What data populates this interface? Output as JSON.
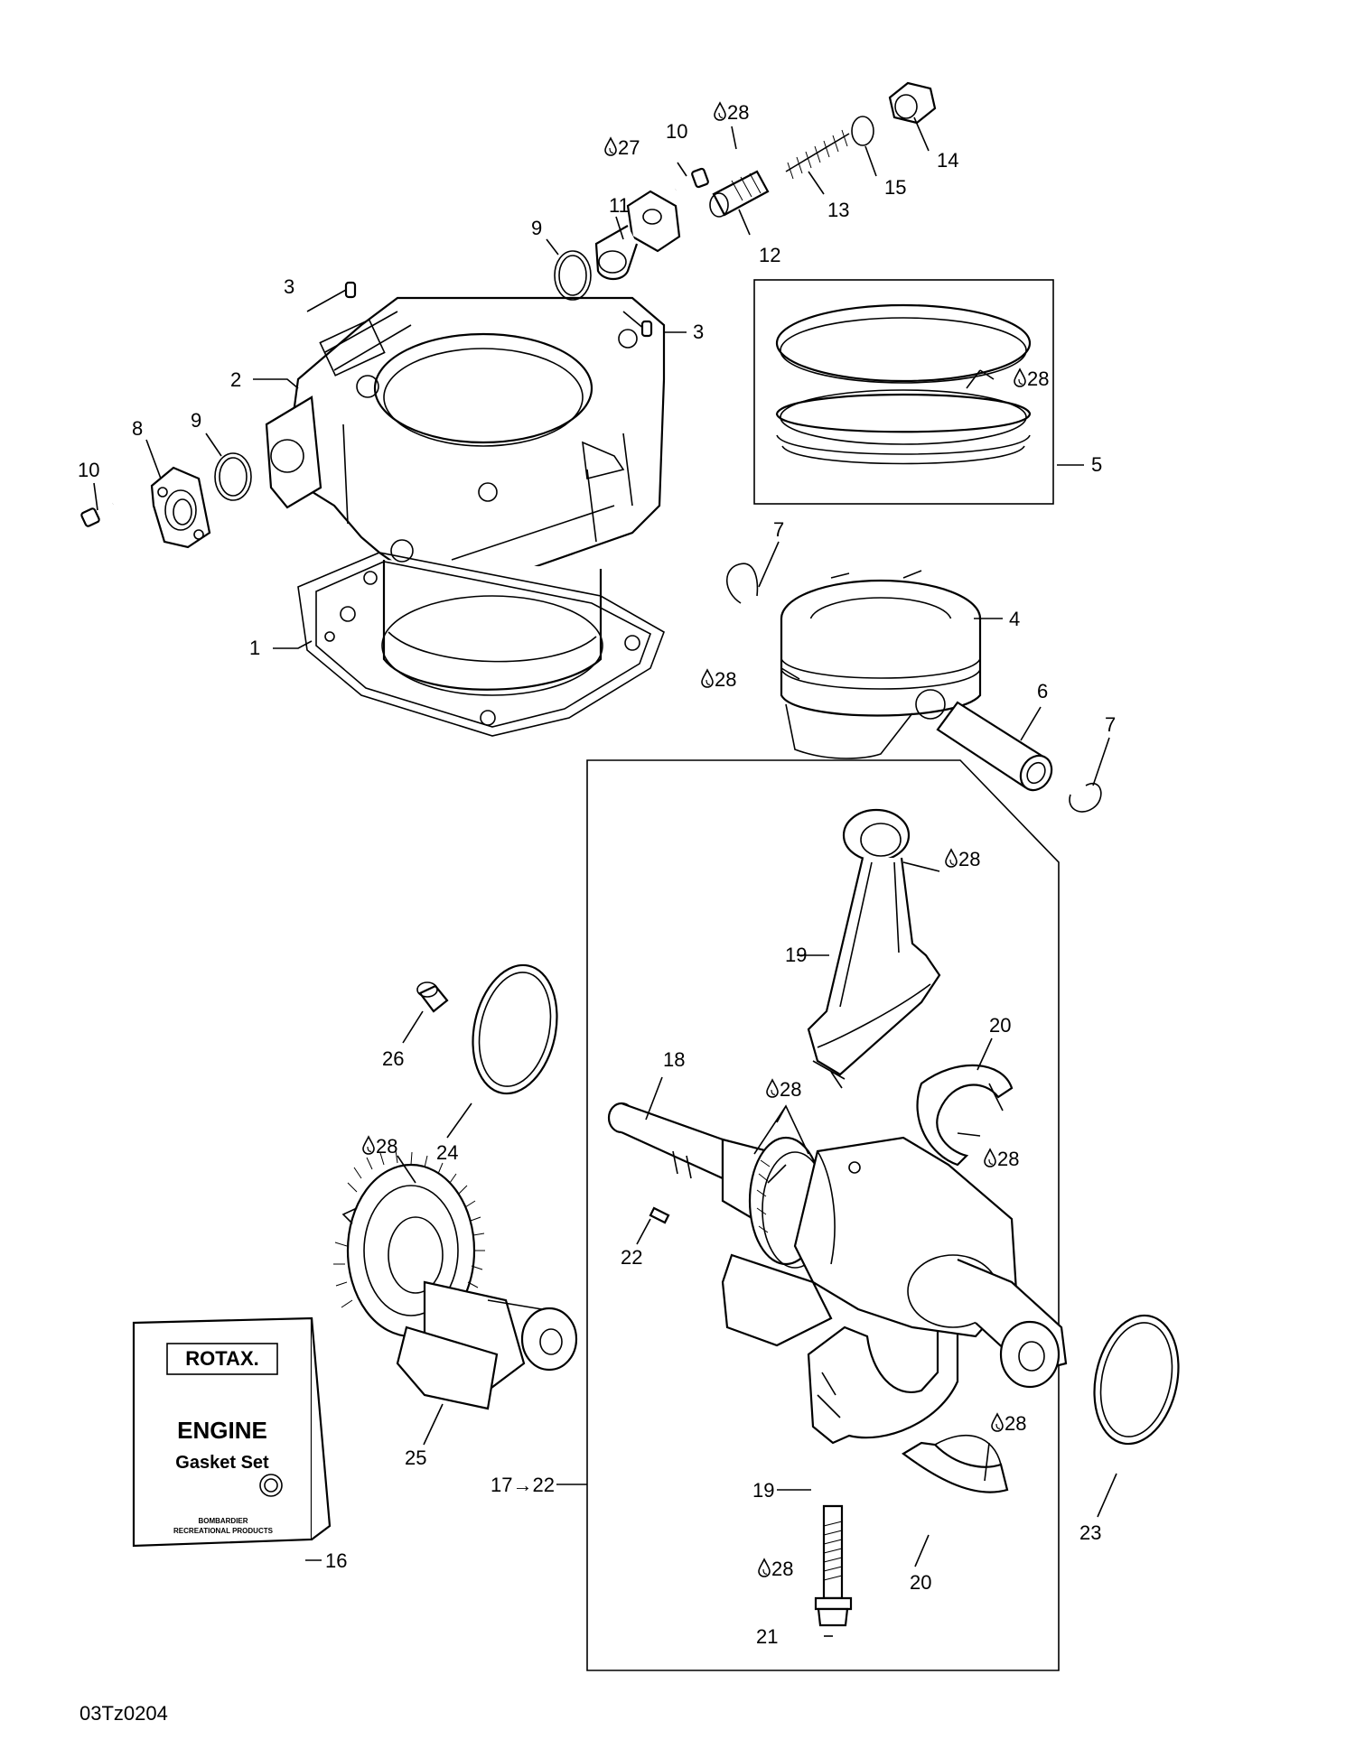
{
  "diagram_code": "03Tz0204",
  "lubricant_symbol": "oil-drop-icon",
  "callouts": {
    "c1": "1",
    "c2": "2",
    "c3a": "3",
    "c3b": "3",
    "c4": "4",
    "c5": "5",
    "c6": "6",
    "c7a": "7",
    "c7b": "7",
    "c8": "8",
    "c9a": "9",
    "c9b": "9",
    "c10a": "10",
    "c10b": "10",
    "c11": "11",
    "c12": "12",
    "c13": "13",
    "c14": "14",
    "c15": "15",
    "c16": "16",
    "c17_22": "17→22",
    "c18": "18",
    "c19a": "19",
    "c19b": "19",
    "c20a": "20",
    "c20b": "20",
    "c21": "21",
    "c22": "22",
    "c23": "23",
    "c24": "24",
    "c25": "25",
    "c26": "26"
  },
  "lube_callouts": {
    "l27": "27",
    "l28_spring": "28",
    "l28_rings": "28",
    "l28_piston": "28",
    "l28_conrod": "28",
    "l28_crank": "28",
    "l28_bearing_top": "28",
    "l28_balancer": "28",
    "l28_bearing_bottom": "28",
    "l28_bolt": "28"
  },
  "package": {
    "brand": "ROTAX.",
    "title": "ENGINE",
    "subtitle": "Gasket Set",
    "maker": "BOMBARDIER",
    "maker_line2": "RECREATIONAL PRODUCTS"
  }
}
